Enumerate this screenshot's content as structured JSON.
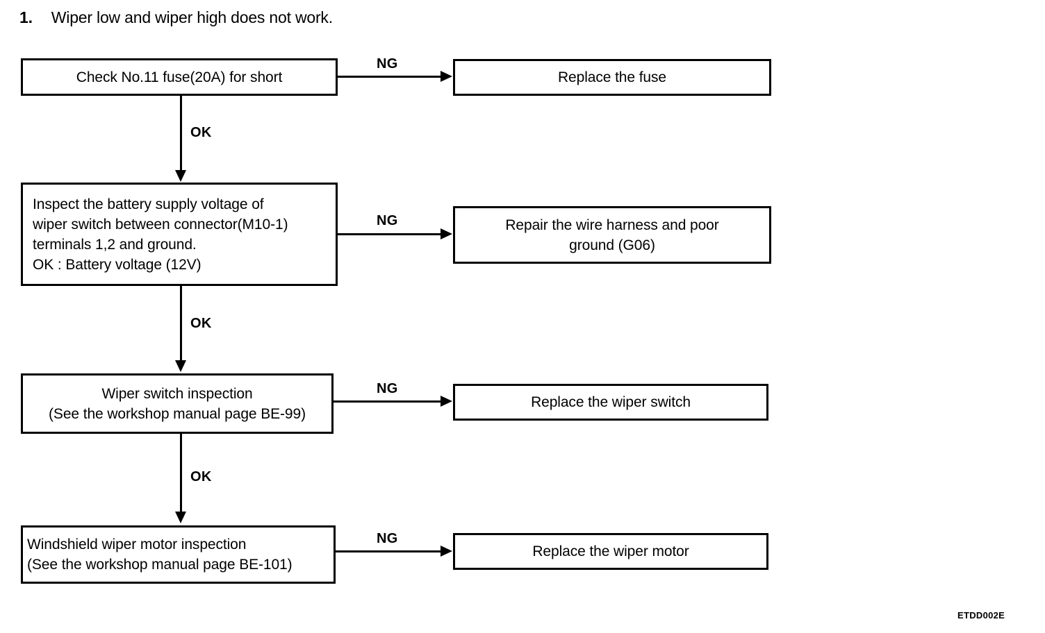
{
  "heading": {
    "number": "1.",
    "text": "Wiper low and wiper high does not work."
  },
  "flow": {
    "steps": [
      {
        "id": "check-fuse",
        "label": "Check No.11 fuse(20A) for short",
        "ng_label": "NG",
        "ok_label": "OK",
        "ng_target": "Replace the fuse"
      },
      {
        "id": "inspect-battery-supply-voltage",
        "label": "Inspect the battery supply voltage of\nwiper switch between connector(M10-1)\nterminals 1,2 and ground.\nOK : Battery voltage (12V)",
        "ng_label": "NG",
        "ok_label": "OK",
        "ng_target": "Repair the wire harness and poor\nground (G06)"
      },
      {
        "id": "wiper-switch-inspection",
        "label": "Wiper switch inspection\n(See the workshop manual page BE-99)",
        "ng_label": "NG",
        "ok_label": "OK",
        "ng_target": "Replace the wiper switch"
      },
      {
        "id": "windshield-wiper-motor-inspection",
        "label": "Windshield wiper motor inspection\n(See the workshop manual page BE-101)",
        "ng_label": "NG",
        "ok_label": "",
        "ng_target": "Replace the wiper motor"
      }
    ]
  },
  "figure_code": "ETDD002E",
  "colors": {
    "ink": "#000000",
    "paper": "#ffffff"
  }
}
